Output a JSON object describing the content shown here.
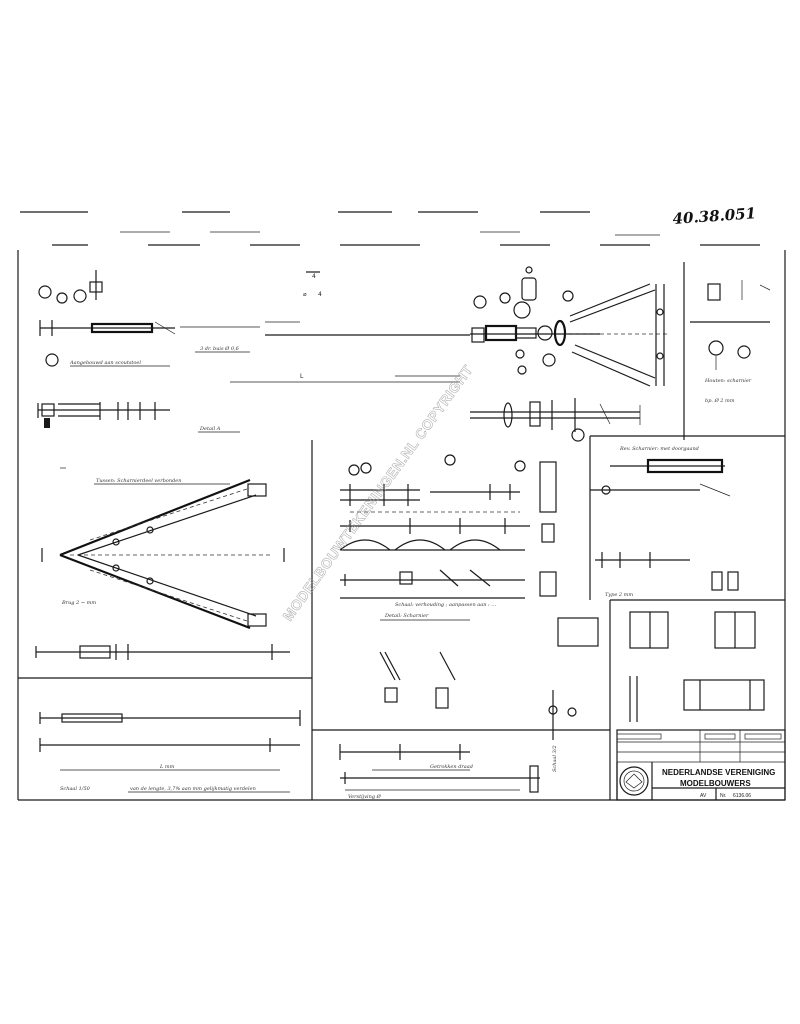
{
  "drawing": {
    "handwritten_number": "40.38.051",
    "watermark": "MODELBOUWTEKENINGEN.NL COPYRIGHT",
    "diameter_symbol": "⌀",
    "diameter_value": "4"
  },
  "title_block": {
    "organization_line1": "NEDERLANDSE VERENIGING",
    "organization_line2": "MODELBOUWERS",
    "drawing_number_label": "Nr.",
    "drawing_number": "6136.06",
    "sheet_code": "AV"
  }
}
